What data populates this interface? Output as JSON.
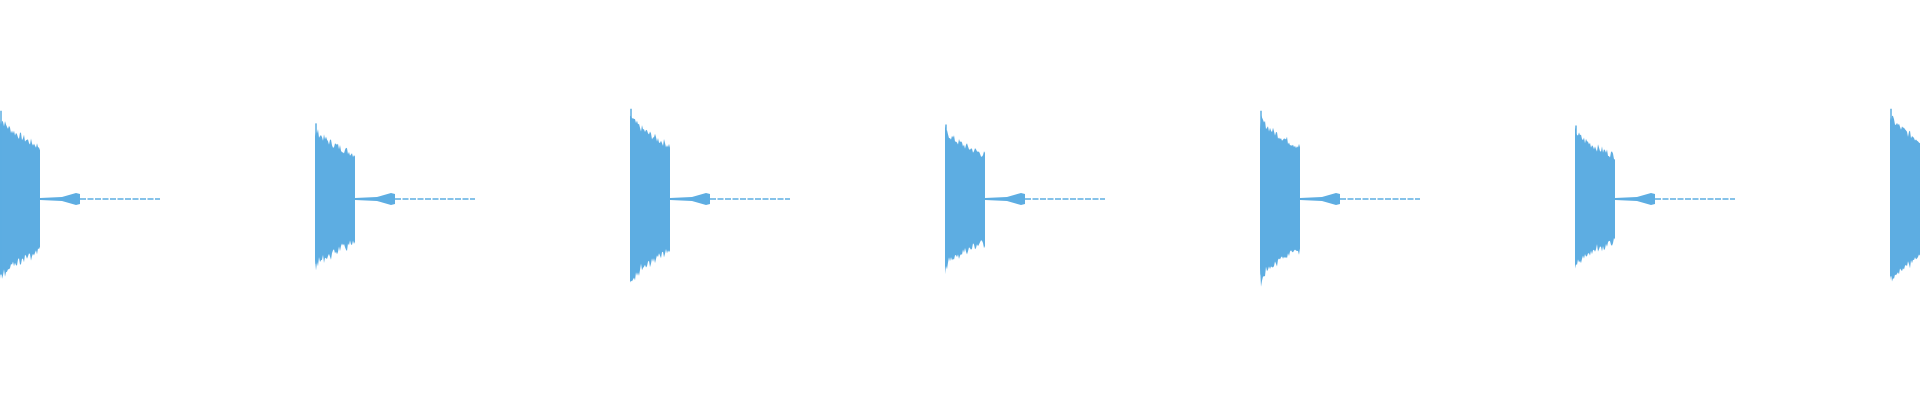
{
  "waveform": {
    "color": "#5dade2",
    "background": "#ffffff",
    "burst_count": 7,
    "bursts": [
      {
        "index": 1,
        "peak_amplitude": 0.84
      },
      {
        "index": 2,
        "peak_amplitude": 0.72
      },
      {
        "index": 3,
        "peak_amplitude": 0.86
      },
      {
        "index": 4,
        "peak_amplitude": 0.71
      },
      {
        "index": 5,
        "peak_amplitude": 0.84
      },
      {
        "index": 6,
        "peak_amplitude": 0.7
      },
      {
        "index": 7,
        "peak_amplitude": 0.86
      }
    ]
  }
}
